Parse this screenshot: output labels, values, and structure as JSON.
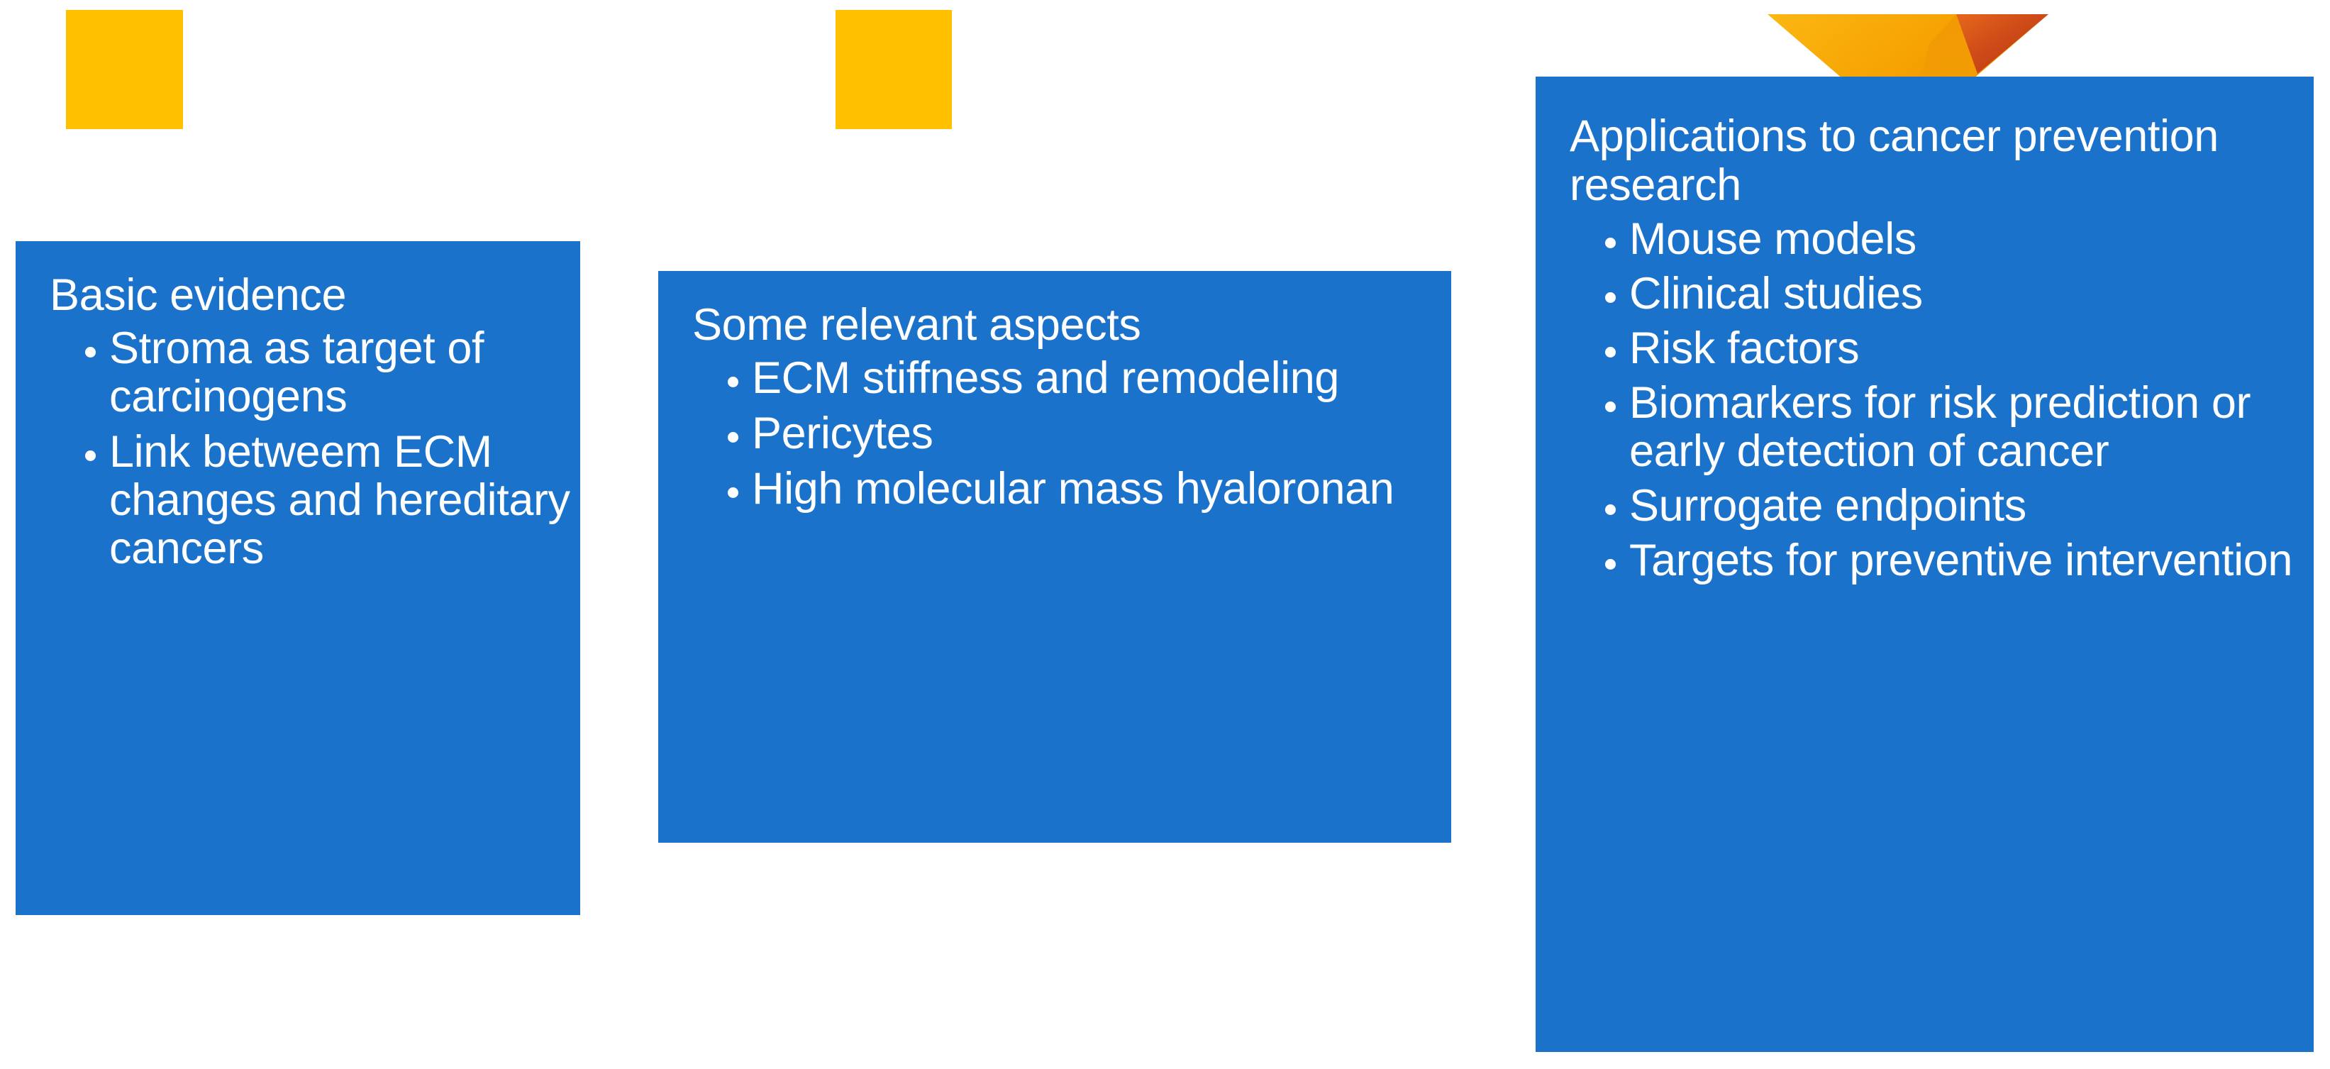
{
  "colors": {
    "panel_blue": "#1B72CB",
    "marker_yellow": "#FFC000",
    "arrow_orange": "#F5A200",
    "arrow_orange_light": "#FBB713",
    "arrow_fold_dark": "#C8441A",
    "text_white": "#FFFFFF",
    "background": "#FFFFFF"
  },
  "markers": [
    {
      "name": "marker-square-1"
    },
    {
      "name": "marker-square-2"
    }
  ],
  "arrow": {
    "name": "down-arrow-icon",
    "direction": "down"
  },
  "panels": [
    {
      "id": "panel-1",
      "heading": "Basic evidence",
      "bullets": [
        "Stroma as target of carcinogens",
        "Link betweem ECM changes and hereditary cancers"
      ]
    },
    {
      "id": "panel-2",
      "heading": "Some relevant aspects",
      "bullets": [
        "ECM stiffness and remodeling",
        "Pericytes",
        "High molecular mass hyaloronan"
      ]
    },
    {
      "id": "panel-3",
      "heading": "Applications to cancer prevention research",
      "bullets": [
        "Mouse models",
        "Clinical studies",
        "Risk factors",
        "Biomarkers for risk prediction or early detection of cancer",
        "Surrogate endpoints",
        "Targets for preventive intervention"
      ]
    }
  ]
}
